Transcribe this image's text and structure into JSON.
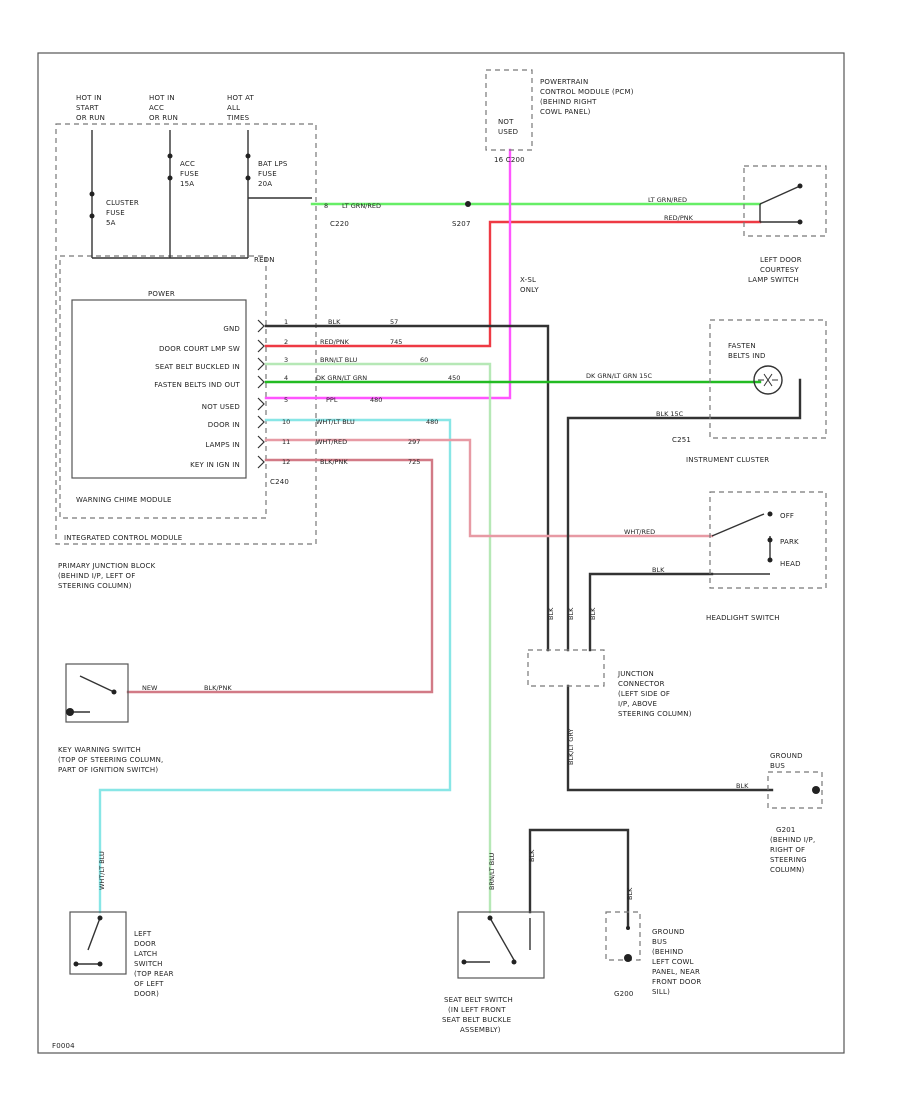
{
  "colors": {
    "green": "#66ee66",
    "red": "#ee3a44",
    "magenta": "#ff55ff",
    "black": "#333333",
    "pink": "#d27a86",
    "cyan": "#88e6e6",
    "lightgreen": "#b6e8b6",
    "darkgreen": "#22bb22"
  },
  "fuses": {
    "hot1": [
      "HOT IN",
      "START",
      "OR RUN"
    ],
    "hot2": [
      "HOT IN",
      "ACC",
      "OR RUN"
    ],
    "hot3": [
      "HOT AT",
      "ALL",
      "TIMES"
    ],
    "cluster_fuse": [
      "CLUSTER",
      "FUSE",
      "5A"
    ],
    "acc_fuse": [
      "ACC",
      "FUSE",
      "15A"
    ],
    "bat_fuse": [
      "BAT LPS",
      "FUSE",
      "20A"
    ],
    "connector_top": "REDN"
  },
  "module": {
    "title": "POWER",
    "pins": [
      "GND",
      "DOOR COURT LMP SW",
      "SEAT BELT BUCKLED IN",
      "FASTEN BELTS IND OUT",
      "NOT USED",
      "DOOR IN",
      "LAMPS IN",
      "KEY IN IGN IN"
    ],
    "name": "WARNING CHIME MODULE",
    "outer_name": "INTEGRATED CONTROL MODULE",
    "connector": "C240",
    "location": [
      "PRIMARY JUNCTION BLOCK",
      "(BEHIND I/P, LEFT OF",
      "STEERING COLUMN)"
    ]
  },
  "wires": [
    {
      "num": "1",
      "color": "BLK",
      "circuit": "57"
    },
    {
      "num": "2",
      "color": "RED/PNK",
      "circuit": "745"
    },
    {
      "num": "3",
      "color": "BRN/LT BLU",
      "circuit": "60"
    },
    {
      "num": "4",
      "color": "DK GRN/LT GRN",
      "circuit": "450"
    },
    {
      "num": "5",
      "color": "PPL",
      "circuit": "480"
    },
    {
      "num": "10",
      "color": "WHT/LT BLU",
      "circuit": "480"
    },
    {
      "num": "11",
      "color": "WHT/RED",
      "circuit": "297"
    },
    {
      "num": "12",
      "color": "BLK/PNK",
      "circuit": "725"
    }
  ],
  "pcm": {
    "label": [
      "POWERTRAIN",
      "CONTROL MODULE (PCM)",
      "(BEHIND RIGHT",
      "COWL PANEL)"
    ],
    "note": [
      "NOT",
      "USED"
    ],
    "conn": "16   C200",
    "xsl": [
      "X-SL",
      "ONLY"
    ]
  },
  "splice": {
    "c220": "C220",
    "s207": "S207",
    "ltgrn_red": "LT GRN/RED",
    "ltgrn_red_right": "LT GRN/RED",
    "red_pnk": "RED/PNK"
  },
  "door_switch": {
    "label": [
      "LEFT DOOR",
      "COURTESY",
      "LAMP SWITCH"
    ]
  },
  "instrument": {
    "fasten": [
      "FASTEN",
      "BELTS IND"
    ],
    "label": "INSTRUMENT CLUSTER",
    "conn": "C251",
    "wire": "DK GRN/LT GRN   15C",
    "blk_wire": "BLK   15C"
  },
  "headlight": {
    "positions": [
      "OFF",
      "PARK",
      "HEAD"
    ],
    "label": "HEADLIGHT SWITCH",
    "wht_red": "WHT/RED",
    "blk": "BLK"
  },
  "junction": {
    "label": [
      "JUNCTION",
      "CONNECTOR",
      "(LEFT SIDE OF",
      "I/P, ABOVE",
      "STEERING COLUMN)"
    ],
    "vlabels": [
      "BLK",
      "BLK",
      "BLK"
    ],
    "bottom": "BLK/LT GRY"
  },
  "key_switch": {
    "label": [
      "KEY WARNING SWITCH",
      "(TOP OF STEERING COLUMN,",
      "PART OF IGNITION SWITCH)"
    ],
    "wire": "BLK/PNK",
    "pin": "NEW"
  },
  "ground1": {
    "label": [
      "G201",
      "(BEHIND I/P,",
      "RIGHT OF",
      "STEERING",
      "COLUMN)"
    ],
    "top": [
      "GROUND",
      "BUS"
    ],
    "wire": "BLK"
  },
  "left_latch": {
    "label": [
      "LEFT",
      "DOOR",
      "LATCH",
      "SWITCH",
      "(TOP REAR",
      "OF LEFT",
      "DOOR)"
    ],
    "wire": "WHT/LT BLU"
  },
  "seatbelt": {
    "label": [
      "SEAT BELT SWITCH",
      "(IN LEFT FRONT",
      "SEAT BELT BUCKLE",
      "ASSEMBLY)"
    ],
    "wire1": "BRN/LT BLU",
    "wire2": "BLK"
  },
  "ground2": {
    "label": [
      "GROUND",
      "BUS",
      "(BEHIND",
      "LEFT COWL",
      "PANEL, NEAR",
      "FRONT DOOR",
      "SILL)"
    ],
    "conn": "G200",
    "wire": "BLK"
  },
  "footer": "F0004"
}
